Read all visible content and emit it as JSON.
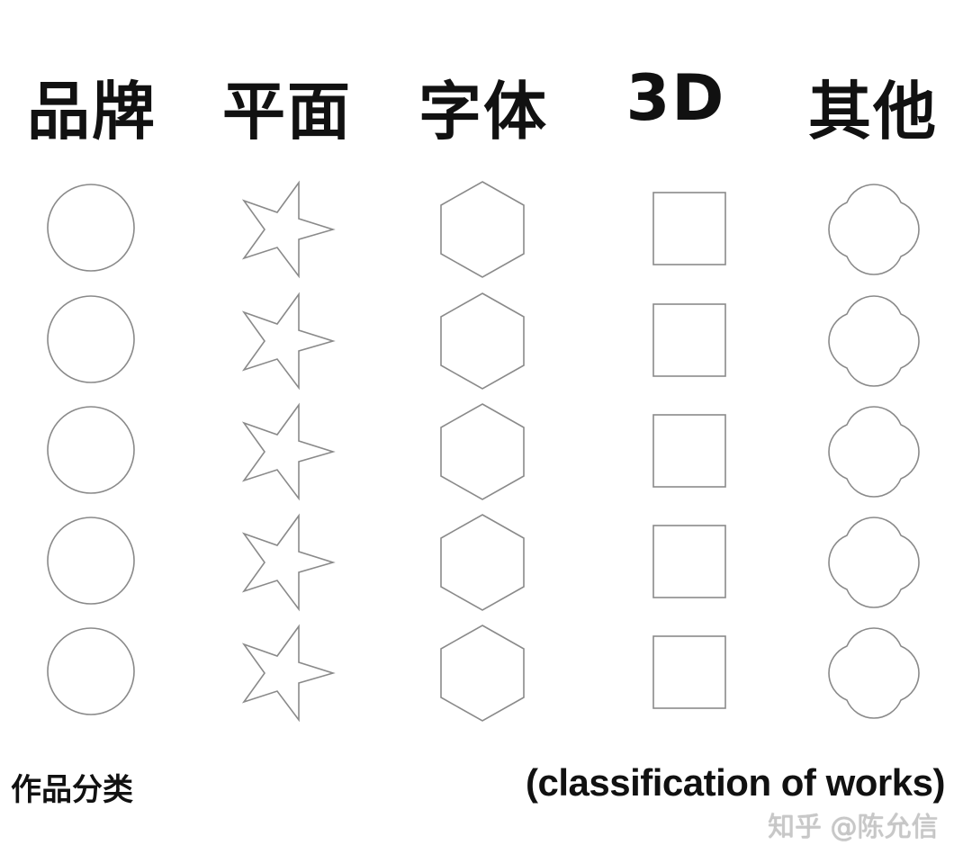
{
  "columns": [
    {
      "label": "品牌",
      "shape": "circle"
    },
    {
      "label": "平面",
      "shape": "star"
    },
    {
      "label": "字体",
      "shape": "hexagon"
    },
    {
      "label": "3D",
      "shape": "square"
    },
    {
      "label": "其他",
      "shape": "quatrefoil"
    }
  ],
  "rows_per_column": 5,
  "stroke_color": "#8a8a8a",
  "footer": {
    "left": "作品分类",
    "right": "(classification of works)"
  },
  "watermark": "知乎 @陈允信"
}
